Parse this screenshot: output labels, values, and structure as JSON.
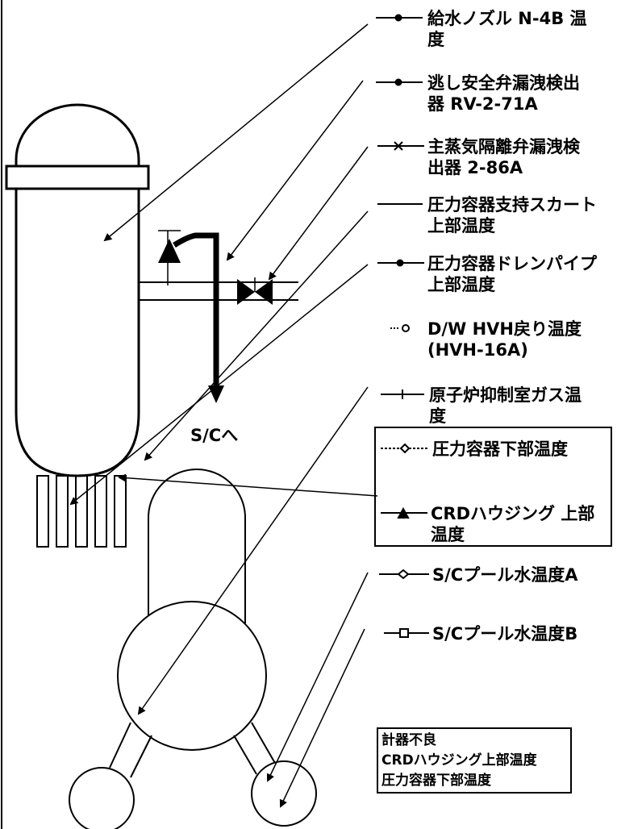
{
  "legend": [
    {
      "marker": "filled-dot",
      "lines": [
        "給水ノズル  N-4B 温",
        "度"
      ]
    },
    {
      "marker": "filled-dot",
      "lines": [
        "逃し安全弁漏洩検出",
        "器 RV-2-71A"
      ]
    },
    {
      "marker": "x",
      "lines": [
        "主蒸気隔離弁漏洩検",
        "出器 2-86A"
      ]
    },
    {
      "marker": "line",
      "lines": [
        "圧力容器支持スカート",
        "上部温度"
      ]
    },
    {
      "marker": "filled-dot",
      "lines": [
        "圧力容器ドレンパイプ",
        "上部温度"
      ]
    },
    {
      "marker": "open-dot",
      "lines": [
        "D/W HVH戻り温度",
        "(HVH-16A)"
      ]
    },
    {
      "marker": "plus",
      "lines": [
        "原子炉抑制室ガス温",
        "度"
      ]
    },
    {
      "marker": "open-diamond",
      "lines": [
        "圧力容器下部温度"
      ]
    },
    {
      "marker": "filled-triangle",
      "lines": [
        "CRDハウジング 上部",
        "温度"
      ]
    },
    {
      "marker": "open-diamond",
      "lines": [
        "S/Cプール水温度A"
      ]
    },
    {
      "marker": "square",
      "lines": [
        "S/Cプール水温度B"
      ]
    }
  ],
  "diagram": {
    "pipe_label": "S/Cへ"
  },
  "note": {
    "lines": [
      "計器不良",
      "CRDハウジング上部温度",
      "圧力容器下部温度"
    ]
  }
}
